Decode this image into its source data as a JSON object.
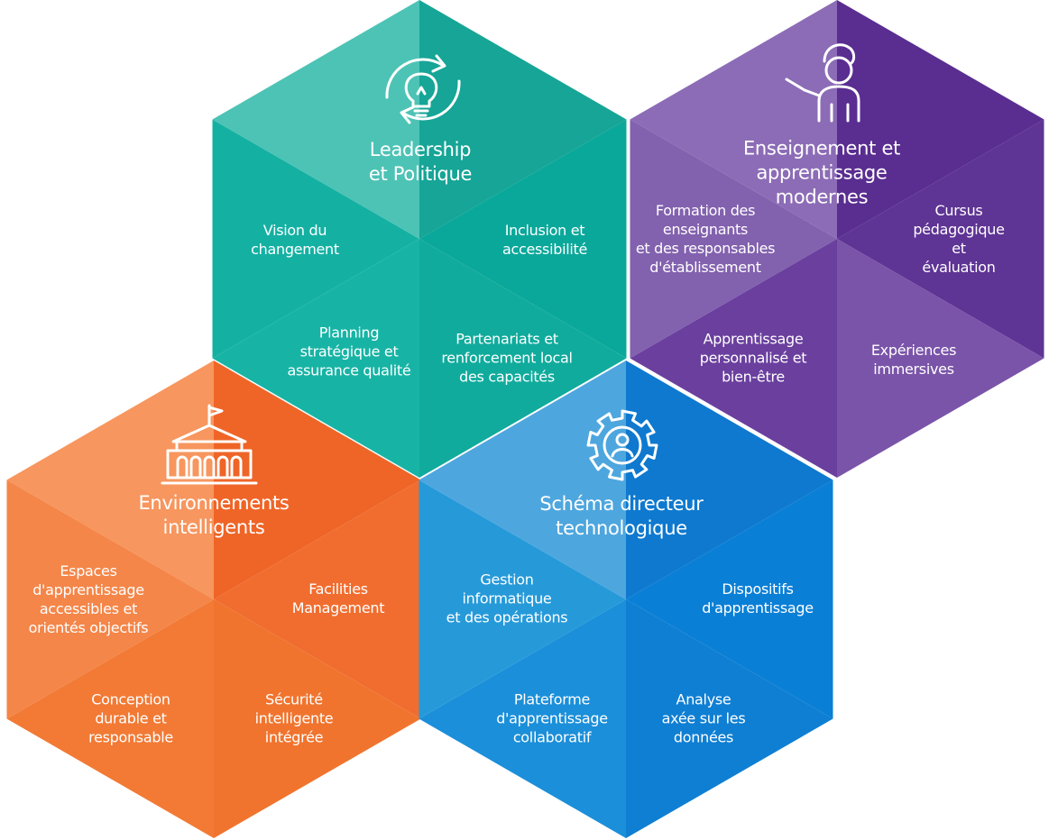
{
  "hexagons": [
    {
      "id": "leadership",
      "title": "Leadership\net Politique",
      "icon": "lightbulb-cycle-icon",
      "colors": {
        "top": "#16a596",
        "upper_right": "#0aa89a",
        "lower_right": "#10ab9c",
        "bottom": "#17b4a5",
        "lower_left": "#14b1a3",
        "upper_left": "#4dc3b5"
      },
      "segments": {
        "upper_left": "Vision du\nchangement",
        "upper_right": "Inclusion et\naccessibilité",
        "lower_left": "Planning\nstratégique et\nassurance qualité",
        "lower_right": "Partenariats et\nrenforcement local\ndes capacités"
      }
    },
    {
      "id": "teaching",
      "title": "Enseignement et\napprentissage\nmodernes",
      "icon": "teacher-icon",
      "colors": {
        "top": "#5a2d91",
        "upper_right": "#5e3494",
        "lower_right": "#7a54a9",
        "bottom": "#6a3f9e",
        "lower_left": "#8261ae",
        "upper_left": "#8c6cb6"
      },
      "segments": {
        "upper_left": "Formation des\nenseignants\net des responsables\nd'établissement",
        "upper_right": "Cursus\npédagogique et\névaluation",
        "lower_left": "Apprentissage\npersonnalisé et\nbien-être",
        "lower_right": "Expériences\nimmersives"
      }
    },
    {
      "id": "environments",
      "title": "Environnements\nintelligents",
      "icon": "school-building-icon",
      "colors": {
        "top": "#ef6527",
        "upper_right": "#f06d2f",
        "lower_right": "#f0742e",
        "bottom": "#f27a35",
        "lower_left": "#f48649",
        "upper_left": "#f7965e"
      },
      "segments": {
        "upper_left": "Espaces\nd'apprentissage\naccessibles et\norientés objectifs",
        "upper_right": "Facilities\nManagement",
        "lower_left": "Conception\ndurable et\nresponsable",
        "lower_right": "Sécurité\nintelligente\nintégrée"
      }
    },
    {
      "id": "technology",
      "title": "Schéma directeur\ntechnologique",
      "icon": "gear-user-icon",
      "colors": {
        "top": "#0e79cf",
        "upper_right": "#0a7fd6",
        "lower_right": "#0f7fd3",
        "bottom": "#1b8fd9",
        "lower_left": "#269ad9",
        "upper_left": "#4ea6de"
      },
      "segments": {
        "upper_left": "Gestion\ninformatique\net des opérations",
        "upper_right": "Dispositifs\nd'apprentissage",
        "lower_left": "Plateforme\nd'apprentissage\ncollaboratif",
        "lower_right": "Analyse\naxée sur les\ndonnées"
      }
    }
  ]
}
